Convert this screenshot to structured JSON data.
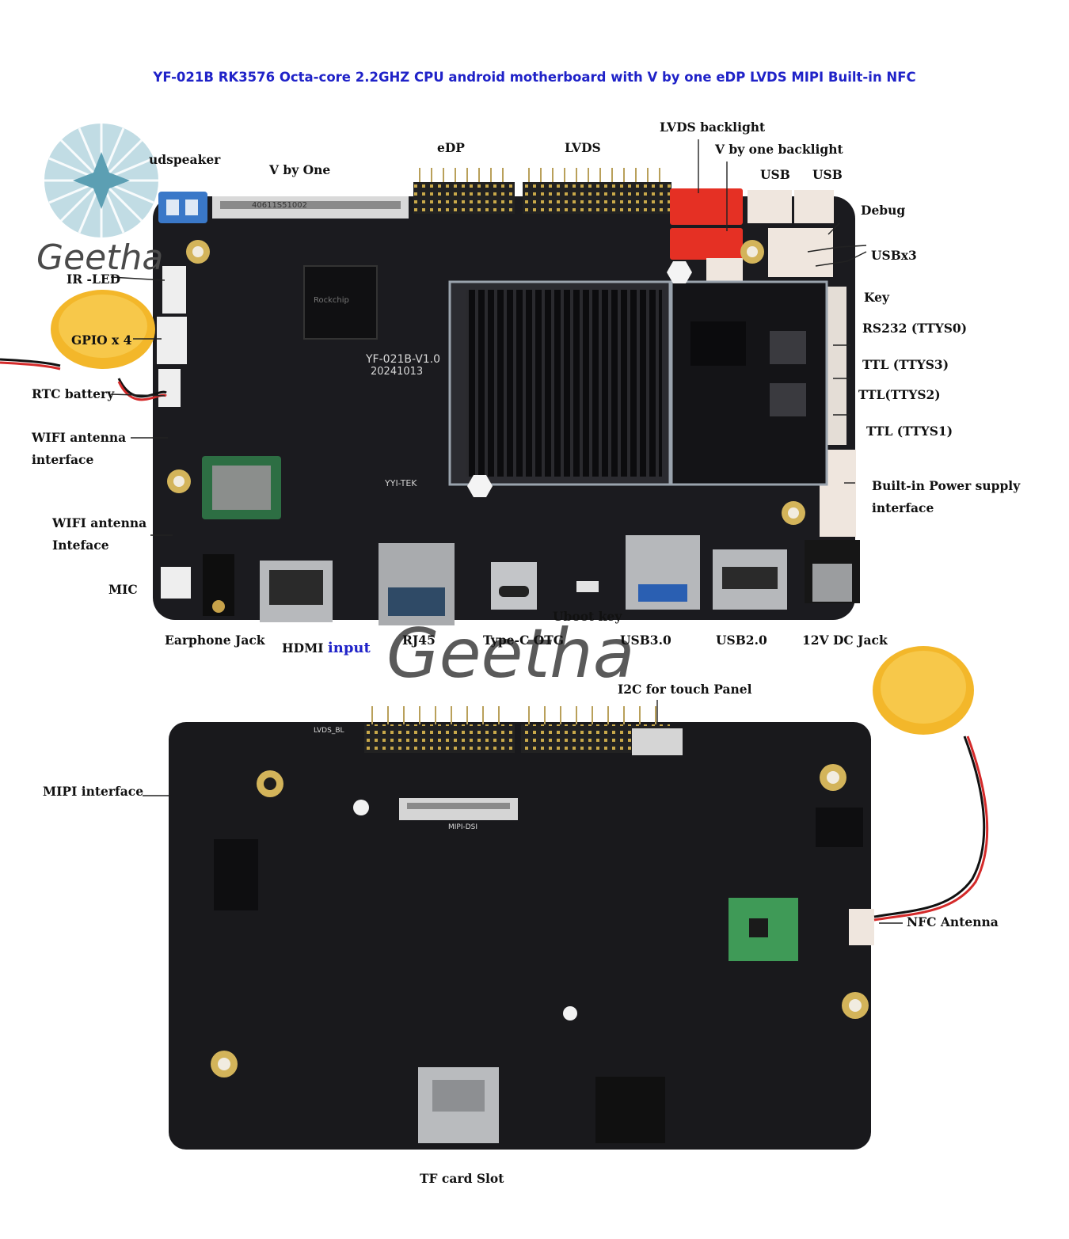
{
  "title": "YF-021B RK3576 Octa-core 2.2GHZ CPU android motherboard with V by one eDP LVDS MIPI Built-in NFC",
  "watermark": {
    "small": "Geetha",
    "large": "Geetha"
  },
  "colors": {
    "title": "#1f22c8",
    "pcb": "#1b1b1f",
    "heatsink": "#0c0c0e",
    "label": "#111111",
    "battery": "#f3b72a"
  },
  "top_board": {
    "silk": {
      "model": "YF-021B-V1.0",
      "date": "20241013",
      "chip": "Rockchip",
      "wifi": "YYI-TEK",
      "serial": "40611S51002"
    },
    "labels": {
      "loudspeaker": "udspeaker",
      "vbyone": "V by One",
      "edp": "eDP",
      "lvds": "LVDS",
      "lvds_backlight": "LVDS backlight",
      "vbyone_backlight": "V by one backlight",
      "usb_a": "USB",
      "usb_b": "USB",
      "debug": "Debug",
      "usbx3": "USBx3",
      "ir_led": "IR -LED",
      "gpio": "GPIO x 4",
      "key": "Key",
      "rs232": "RS232 (TTYS0)",
      "ttys3": "TTL (TTYS3)",
      "ttys2": "TTL(TTYS2)",
      "ttys1": "TTL (TTYS1)",
      "rtc": "RTC battery",
      "wifi1_a": "WIFI antenna",
      "wifi1_b": "interface",
      "power_a": "Built-in Power supply",
      "power_b": "interface",
      "wifi2_a": "WIFI antenna",
      "wifi2_b": "Inteface",
      "mic": "MIC",
      "uboot": "Uboot key",
      "earphone": "Earphone Jack",
      "hdmi": "HDMI",
      "hdmi_input": "input",
      "rj45": "RJ45",
      "typec": "Type-C OTG",
      "usb30": "USB3.0",
      "usb20": "USB2.0",
      "dc": "12V DC Jack"
    }
  },
  "bottom_board": {
    "silk": {
      "mipi": "MIPI-DSI",
      "lvds_bl": "LVDS_BL"
    },
    "labels": {
      "i2c": "I2C for touch Panel",
      "mipi": "MIPI interface",
      "nfc": "NFC Antenna",
      "tf": "TF card Slot"
    }
  }
}
